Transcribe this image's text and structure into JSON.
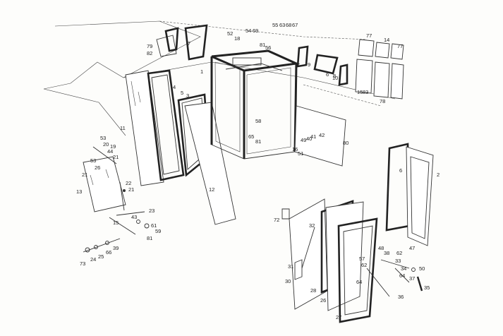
{
  "labels": [
    "52",
    "18",
    "54",
    "69",
    "55",
    "63",
    "68",
    "67",
    "77",
    "14",
    "77",
    "79",
    "82",
    "7",
    "1",
    "81",
    "56",
    "9",
    "6",
    "8",
    "10",
    "15",
    "83",
    "78",
    "5",
    "4",
    "3",
    "11",
    "58",
    "65",
    "81",
    "49",
    "40",
    "41",
    "42",
    "80",
    "53",
    "20",
    "19",
    "44",
    "21",
    "53",
    "26",
    "21",
    "13",
    "22",
    "21",
    "12",
    "16",
    "51",
    "2",
    "6",
    "23",
    "43",
    "15",
    "61",
    "59",
    "81",
    "72",
    "32",
    "48",
    "47",
    "38",
    "62",
    "33",
    "73",
    "24",
    "25",
    "66",
    "39",
    "57",
    "62",
    "31",
    "34",
    "50",
    "64",
    "37",
    "30",
    "64",
    "35",
    "28",
    "26",
    "36",
    "27"
  ]
}
